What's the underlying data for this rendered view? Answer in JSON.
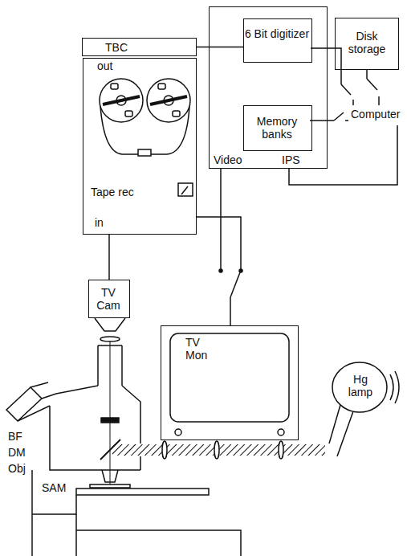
{
  "diagram": {
    "nodes": [
      {
        "text": [
          "TBC"
        ]
      },
      {
        "text": [
          "Video",
          "IPS"
        ]
      },
      {
        "text": [
          "6 Bit digitizer"
        ],
        "in": 1
      },
      {
        "text": [
          "Memory banks"
        ],
        "in": 1
      },
      {
        "text": [
          "Disk storage"
        ]
      },
      {
        "text": [
          "out",
          "Tape rec",
          "in"
        ]
      },
      {
        "text": [
          "TV Cam"
        ]
      },
      {
        "text": [
          "TV Mon"
        ]
      }
    ],
    "edges": [
      {
        "from": 6,
        "to": 5,
        "arrow": "none"
      },
      {
        "from": 0,
        "to": 2,
        "arrow": "none"
      }
    ],
    "labels": [
      "Computer",
      "BF",
      "DM",
      "Obj",
      "SAM",
      "Hg lamp"
    ]
  }
}
